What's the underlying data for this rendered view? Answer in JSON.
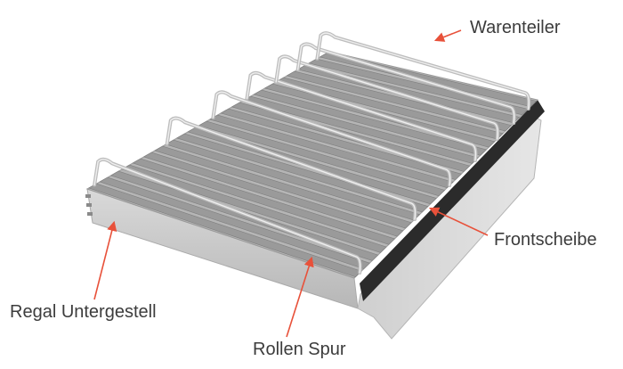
{
  "labels": {
    "warenteiler": "Warenteiler",
    "frontscheibe": "Frontscheibe",
    "regal_untergestell": "Regal Untergestell",
    "rollen_spur": "Rollen Spur"
  },
  "colors": {
    "arrow": "#e8513a",
    "text": "#3c3c3c",
    "frame": "#c9c9c9",
    "roller": "#9a9a9a",
    "divider": "#bdbdbd",
    "front_glass": "#2b2b2b"
  }
}
